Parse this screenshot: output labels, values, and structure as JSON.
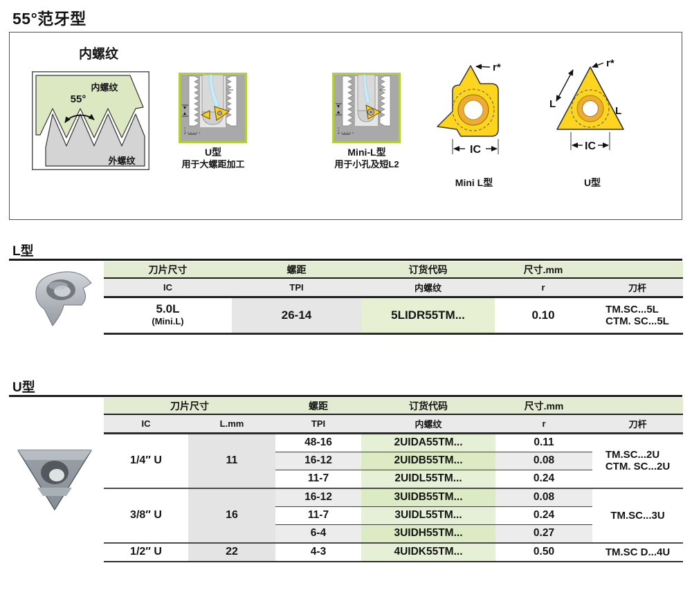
{
  "page": {
    "title": "55°范牙型"
  },
  "colors": {
    "header_green": "#e3ecd2",
    "subheader_gray": "#eaeaea",
    "code_green_light": "#e6f0d6",
    "code_green_dark": "#dcebc4",
    "row_gray": "#ececec",
    "lmm_gray": "#e4e4e4",
    "insert_yellow": "#fdd41e",
    "image_border_green": "#b5ce3f",
    "diagram_green": "#dce8c2",
    "diagram_gray": "#d4d4d4"
  },
  "overview": {
    "heading": "内螺纹",
    "thread_diagram": {
      "angle_label": "55°",
      "internal_label": "内螺纹",
      "external_label": "外螺纹"
    },
    "tool_images": [
      {
        "caption": "U型",
        "subcaption": "用于大螺距加工"
      },
      {
        "caption": "Mini-L型",
        "subcaption": "用于小孔及短L2"
      }
    ],
    "insert_diagrams": [
      {
        "caption": "Mini L型",
        "r_label": "r*",
        "ic_label": "IC"
      },
      {
        "caption": "U型",
        "r_label": "r*",
        "ic_label": "IC",
        "l_label_left": "L",
        "l_label_right": "L"
      }
    ]
  },
  "l_table": {
    "section_title": "L型",
    "headers": {
      "size": "刀片尺寸",
      "pitch": "螺距",
      "order": "订货代码",
      "dim": "尺寸.mm"
    },
    "subheaders": {
      "ic": "IC",
      "tpi": "TPI",
      "thread": "内螺纹",
      "r": "r",
      "holder": "刀杆"
    },
    "row": {
      "ic": "5.0L",
      "ic_note": "(Mini.L)",
      "tpi": "26-14",
      "code": "5LIDR55TM...",
      "r": "0.10",
      "holder_lines": [
        "TM.SC...5L",
        "CTM. SC...5L"
      ]
    }
  },
  "u_table": {
    "section_title": "U型",
    "headers": {
      "size": "刀片尺寸",
      "pitch": "螺距",
      "order": "订货代码",
      "dim": "尺寸.mm"
    },
    "subheaders": {
      "ic": "IC",
      "l_mm": "L.mm",
      "tpi": "TPI",
      "thread": "内螺纹",
      "r": "r",
      "holder": "刀杆"
    },
    "groups": [
      {
        "ic": "1/4″ U",
        "l_mm": "11",
        "rows": [
          {
            "tpi": "48-16",
            "code": "2UIDA55TM...",
            "r": "0.11"
          },
          {
            "tpi": "16-12",
            "code": "2UIDB55TM...",
            "r": "0.08"
          },
          {
            "tpi": "11-7",
            "code": "2UIDL55TM...",
            "r": "0.24"
          }
        ],
        "holder_lines": [
          "TM.SC...2U",
          "CTM. SC...2U"
        ]
      },
      {
        "ic": "3/8″ U",
        "l_mm": "16",
        "rows": [
          {
            "tpi": "16-12",
            "code": "3UIDB55TM...",
            "r": "0.08"
          },
          {
            "tpi": "11-7",
            "code": "3UIDL55TM...",
            "r": "0.24"
          },
          {
            "tpi": "6-4",
            "code": "3UIDH55TM...",
            "r": "0.27"
          }
        ],
        "holder_lines": [
          "TM.SC...3U"
        ]
      },
      {
        "ic": "1/2″ U",
        "l_mm": "22",
        "rows": [
          {
            "tpi": "4-3",
            "code": "4UIDK55TM...",
            "r": "0.50"
          }
        ],
        "holder_lines": [
          "TM.SC D...4U"
        ]
      }
    ]
  }
}
